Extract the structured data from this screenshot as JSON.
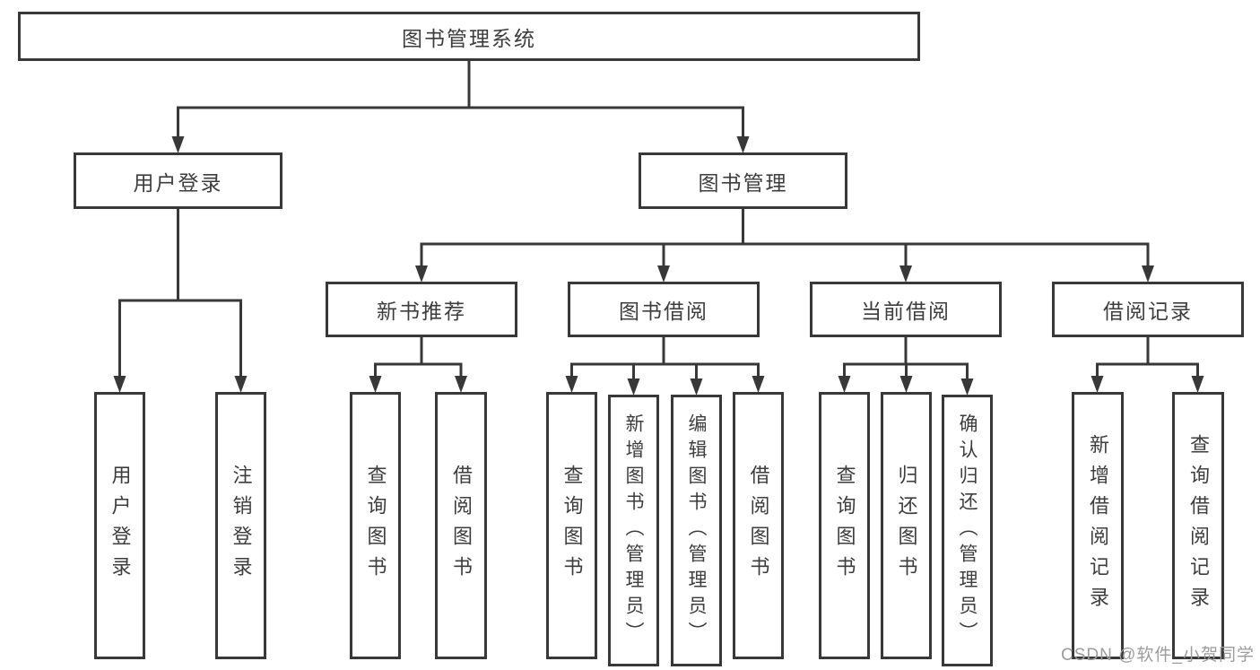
{
  "tree": {
    "label": "图书管理系统",
    "children": [
      {
        "label": "用户登录",
        "children": [
          {
            "label": "用户登录"
          },
          {
            "label": "注销登录"
          }
        ]
      },
      {
        "label": "图书管理",
        "children": [
          {
            "label": "新书推荐",
            "children": [
              {
                "label": "查询图书"
              },
              {
                "label": "借阅图书"
              }
            ]
          },
          {
            "label": "图书借阅",
            "children": [
              {
                "label": "查询图书"
              },
              {
                "label": "新增图书（管理员）"
              },
              {
                "label": "编辑图书（管理员）"
              },
              {
                "label": "借阅图书"
              }
            ]
          },
          {
            "label": "当前借阅",
            "children": [
              {
                "label": "查询图书"
              },
              {
                "label": "归还图书"
              },
              {
                "label": "确认归还（管理员）"
              }
            ]
          },
          {
            "label": "借阅记录",
            "children": [
              {
                "label": "新增借阅记录"
              },
              {
                "label": "查询借阅记录"
              }
            ]
          }
        ]
      }
    ]
  },
  "watermark": {
    "text": "CSDN @软件_小贺同学"
  },
  "colors": {
    "line": "#383838",
    "text": "#3d3d3d",
    "watermark": "#9c9c9c",
    "background": "#ffffff"
  }
}
